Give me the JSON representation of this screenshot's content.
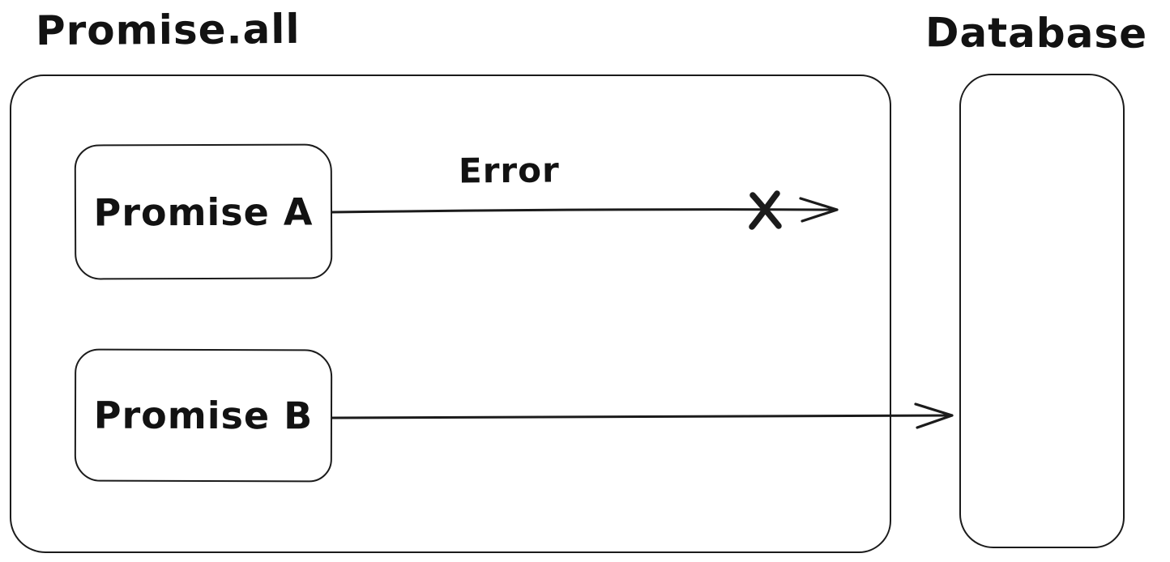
{
  "diagram": {
    "style": "hand-drawn-whiteboard",
    "colors": {
      "background": "#ffffff",
      "stroke": "#1b1b1b",
      "text": "#121212"
    },
    "containers": {
      "promise_all": {
        "title": "Promise.all"
      },
      "database": {
        "title": "Database"
      }
    },
    "nodes": {
      "promise_a": {
        "label": "Promise A"
      },
      "promise_b": {
        "label": "Promise B"
      }
    },
    "arrows": {
      "promise_a_to_database": {
        "label": "Error",
        "marker": "x-cross-before-target",
        "reaches_target": false
      },
      "promise_b_to_database": {
        "label": "",
        "marker": "none",
        "reaches_target": true
      }
    }
  }
}
